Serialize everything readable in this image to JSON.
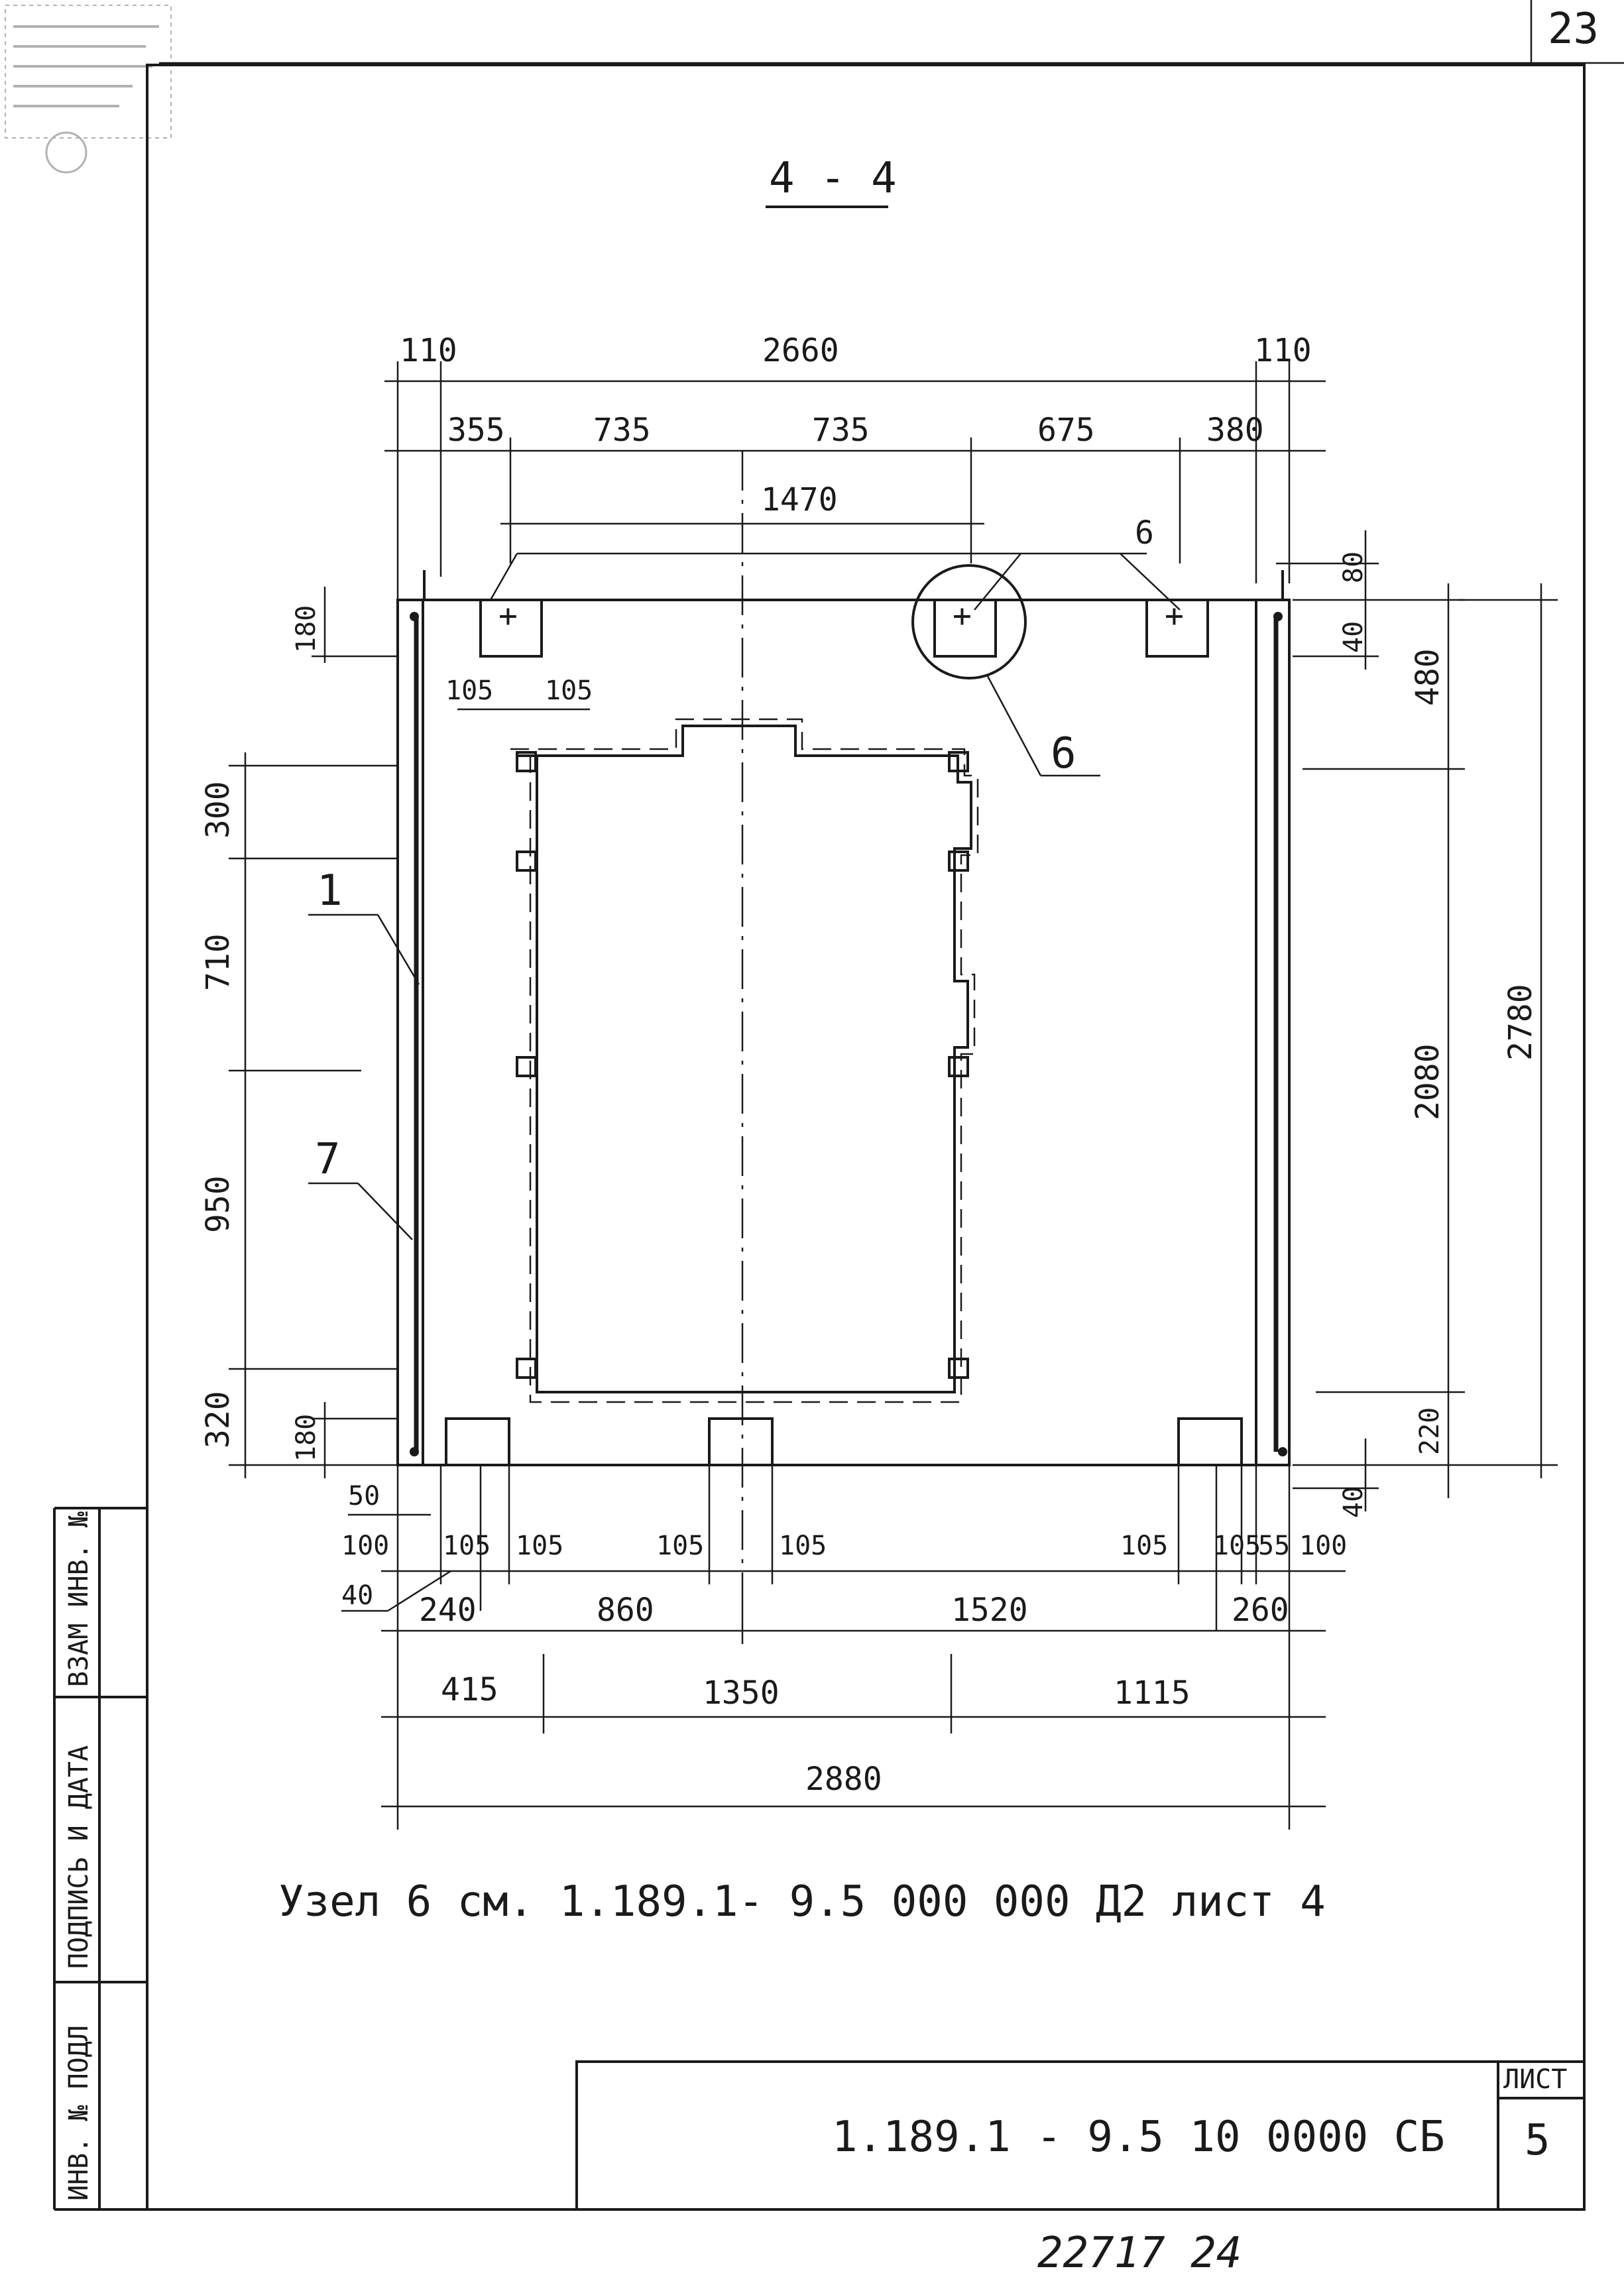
{
  "sheet": {
    "page_number": "23",
    "section_title": "4 - 4",
    "note": "Узел 6 см. 1.189.1- 9.5   000 000 Д2  лист 4",
    "designation": "1.189.1 - 9.5  10 0000 СБ",
    "sheet_label": "ЛИСТ",
    "sheet_number": "5",
    "inventory_footer": "22717   24"
  },
  "side_stamp": {
    "cells": [
      "ИНВ. № ПОДЛ",
      "ПОДПИСЬ И ДАТА",
      "ВЗАМ ИНВ. №"
    ]
  },
  "top_dims": {
    "row1": [
      "110",
      "2660",
      "110"
    ],
    "row2": [
      "355",
      "735",
      "735",
      "675",
      "380"
    ],
    "row3": "1470"
  },
  "bottom_dims": {
    "row1": [
      "105",
      "105",
      "105",
      "105",
      "105",
      "105",
      "55",
      "100"
    ],
    "left_small": [
      "50",
      "100",
      "40"
    ],
    "row2": [
      "240",
      "860",
      "1520",
      "260"
    ],
    "row3": [
      "415",
      "1350",
      "1115"
    ],
    "overall": "2880"
  },
  "left_dims": [
    "300",
    "710",
    "950",
    "320",
    "180",
    "180"
  ],
  "right_dims": [
    "80",
    "40",
    "480",
    "2080",
    "220",
    "40",
    "2780"
  ],
  "top_inner_dims": [
    "105",
    "105"
  ],
  "callouts": [
    "1",
    "7",
    "6",
    "6"
  ]
}
